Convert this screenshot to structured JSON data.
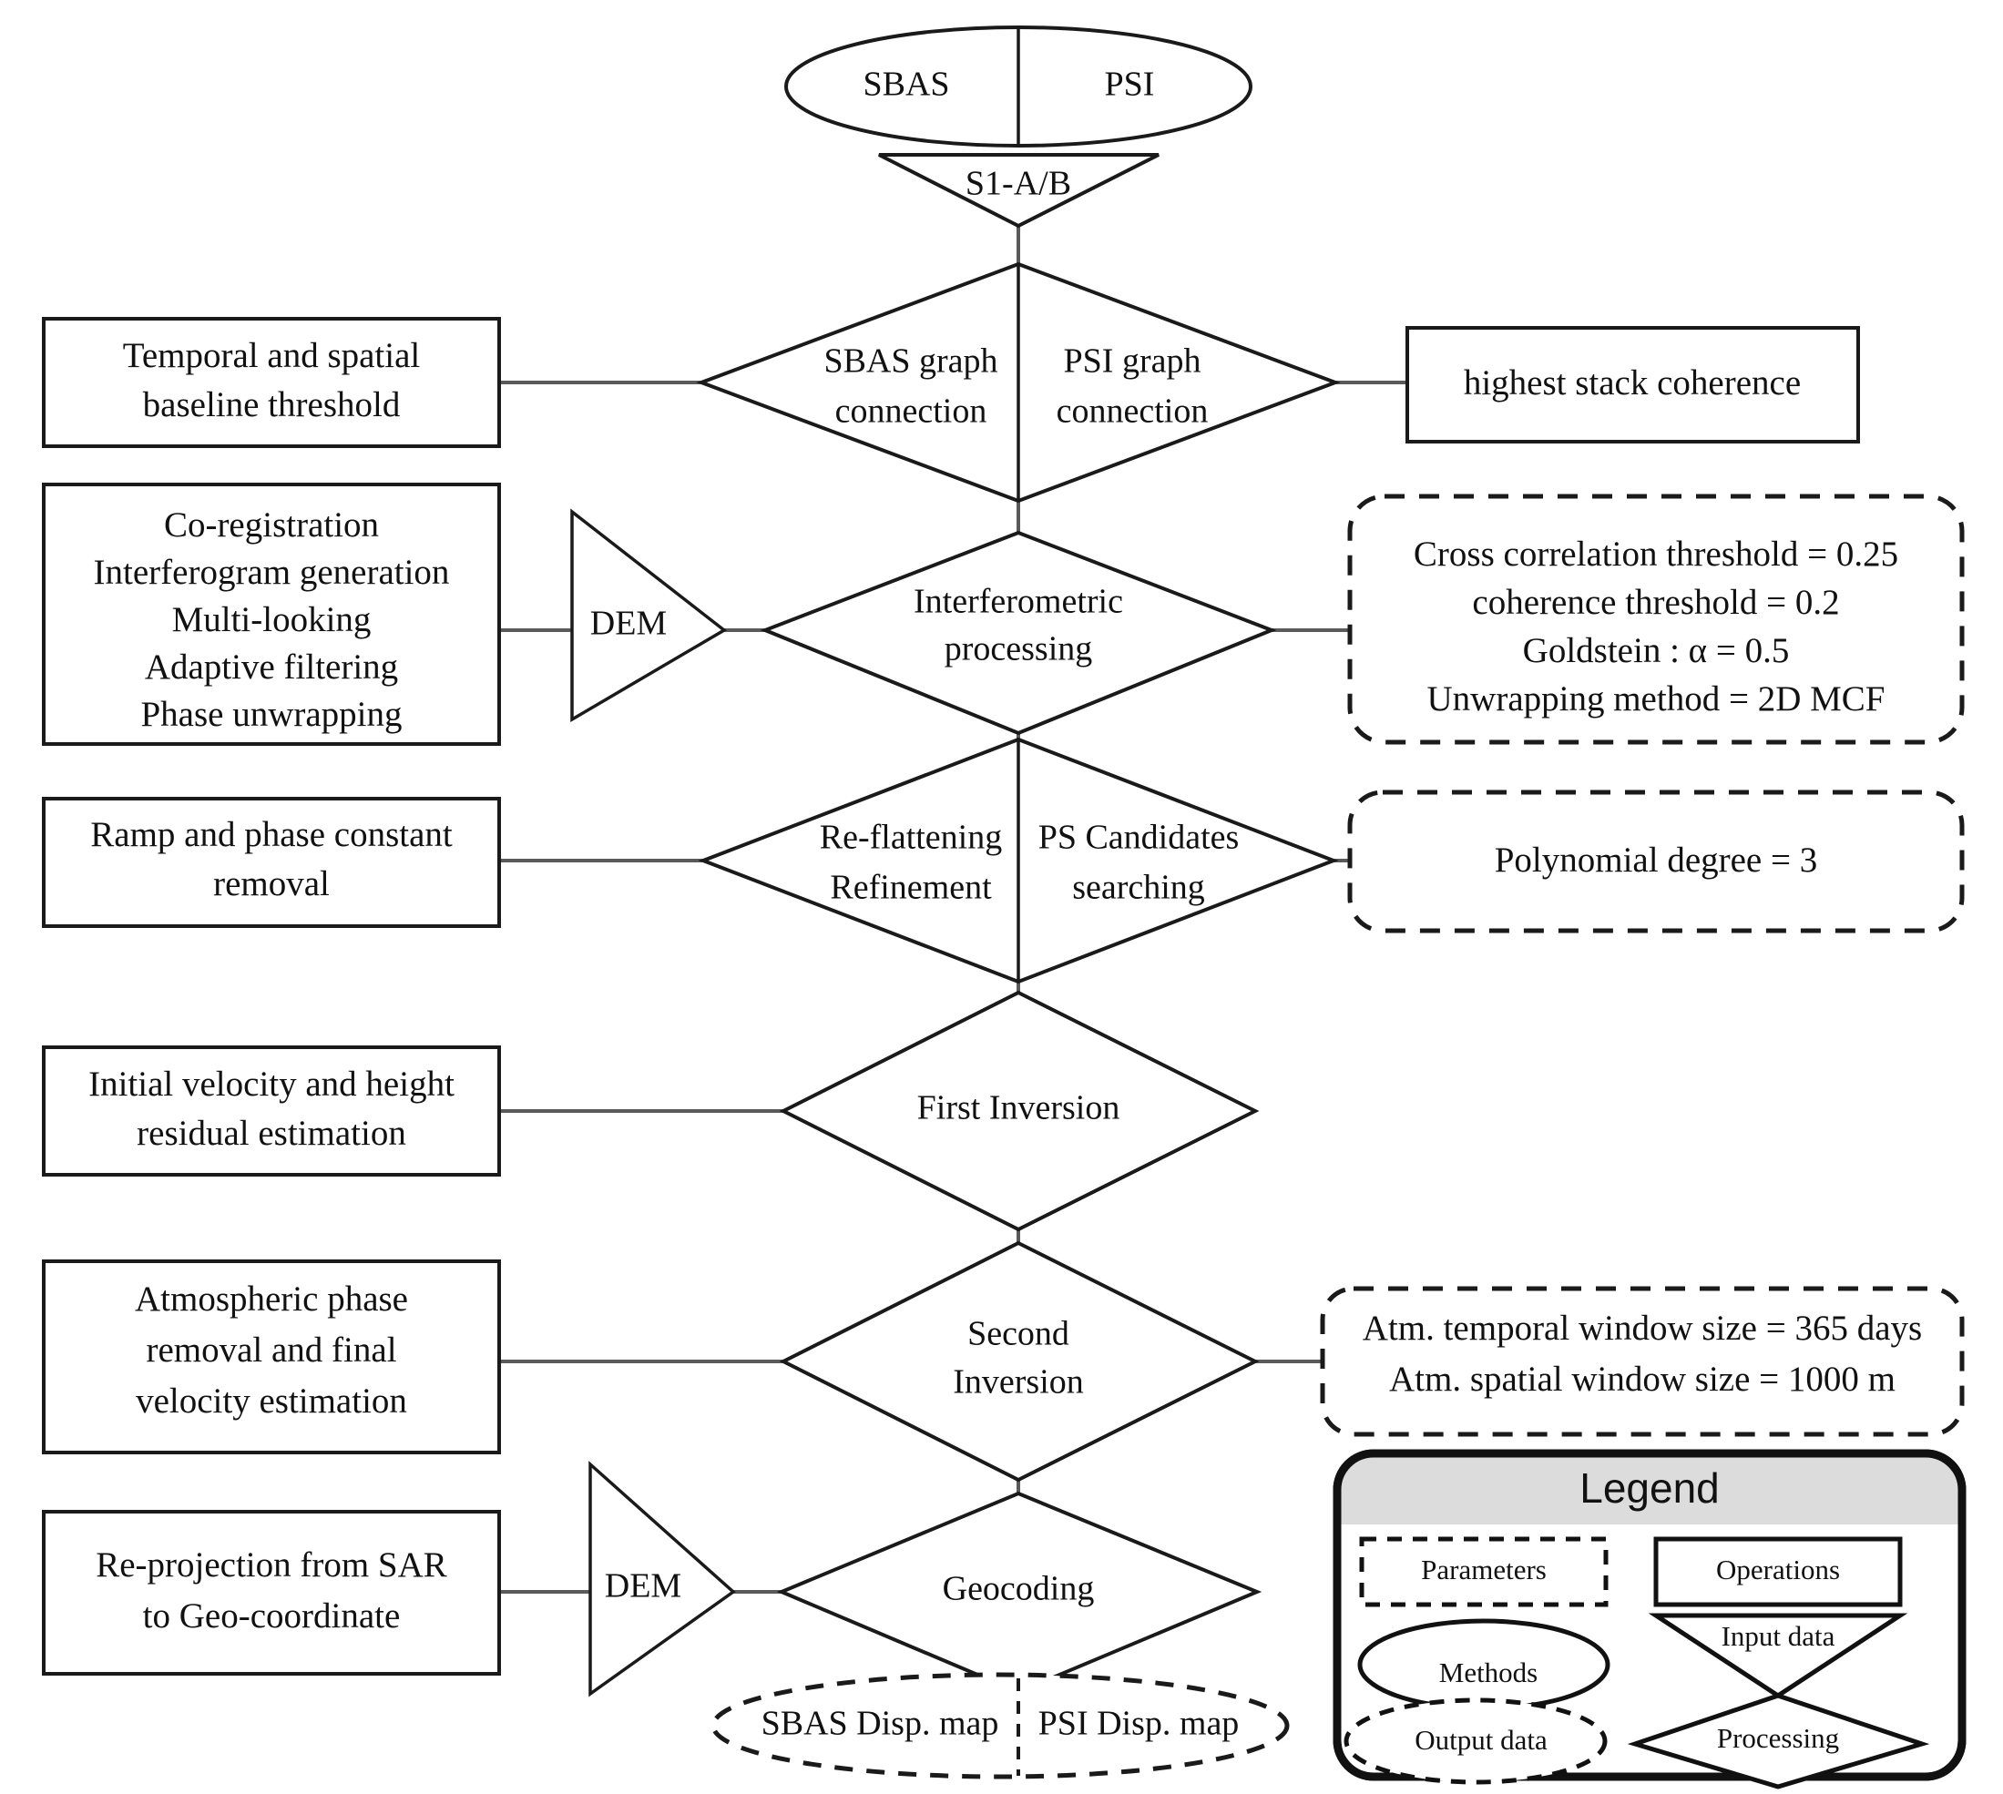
{
  "diagram": {
    "title": "SBAS / PSI InSAR processing chain flowchart",
    "methods_ellipse": {
      "left_label": "SBAS",
      "right_label": "PSI"
    },
    "input_triangle": {
      "label": "S1-A/B"
    },
    "rows": [
      {
        "id": "graph-connection",
        "left_operation": "Temporal and spatial\nbaseline threshold",
        "left_operation_lines": [
          "Temporal and spatial",
          "baseline threshold"
        ],
        "process_left_lines": [
          "SBAS graph",
          "connection"
        ],
        "process_right_lines": [
          "PSI graph",
          "connection"
        ],
        "right_operation_lines": [
          "highest stack coherence"
        ],
        "right_kind": "operation"
      },
      {
        "id": "interferometric-processing",
        "left_operation_lines": [
          "Co-registration",
          "Interferogram generation",
          "Multi-looking",
          "Adaptive filtering",
          "Phase unwrapping"
        ],
        "input_triangle_label": "DEM",
        "process_lines": [
          "Interferometric",
          "processing"
        ],
        "right_parameter_lines": [
          "Cross correlation threshold = 0.25",
          "coherence threshold = 0.2",
          "Goldstein : α = 0.5",
          "Unwrapping method = 2D MCF"
        ],
        "right_kind": "parameters"
      },
      {
        "id": "reflattening-ps-candidates",
        "left_operation_lines": [
          "Ramp and phase constant",
          "removal"
        ],
        "process_left_lines": [
          "Re-flattening",
          "Refinement"
        ],
        "process_right_lines": [
          "PS Candidates",
          "searching"
        ],
        "right_parameter_lines": [
          "Polynomial degree = 3"
        ],
        "right_kind": "parameters"
      },
      {
        "id": "first-inversion",
        "left_operation_lines": [
          "Initial velocity and height",
          "residual estimation"
        ],
        "process_lines": [
          "First Inversion"
        ],
        "right_kind": "none"
      },
      {
        "id": "second-inversion",
        "left_operation_lines": [
          "Atmospheric phase",
          "removal and final",
          "velocity estimation"
        ],
        "process_lines": [
          "Second",
          "Inversion"
        ],
        "right_parameter_lines": [
          "Atm. temporal window  size = 365 days",
          "Atm. spatial window  size = 1000 m"
        ],
        "right_kind": "parameters"
      },
      {
        "id": "geocoding",
        "left_operation_lines": [
          "Re-projection from SAR",
          "to Geo-coordinate"
        ],
        "input_triangle_label": "DEM",
        "process_lines": [
          "Geocoding"
        ],
        "right_kind": "none"
      }
    ],
    "output_ellipse": {
      "left_label": "SBAS Disp. map",
      "right_label": "PSI Disp. map"
    },
    "legend": {
      "title": "Legend",
      "items": [
        {
          "key": "parameters",
          "label": "Parameters",
          "shape": "dashed-rectangle"
        },
        {
          "key": "operations",
          "label": "Operations",
          "shape": "rectangle"
        },
        {
          "key": "methods",
          "label": "Methods",
          "shape": "ellipse"
        },
        {
          "key": "input-data",
          "label": "Input data",
          "shape": "down-triangle"
        },
        {
          "key": "output-data",
          "label": "Output data",
          "shape": "dashed-ellipse"
        },
        {
          "key": "processing",
          "label": "Processing",
          "shape": "diamond"
        }
      ]
    },
    "colors": {
      "stroke": "#1a1a1a",
      "connector": "#5a5a5a",
      "legend_band": "#dcdcdc",
      "background": "#ffffff"
    }
  }
}
